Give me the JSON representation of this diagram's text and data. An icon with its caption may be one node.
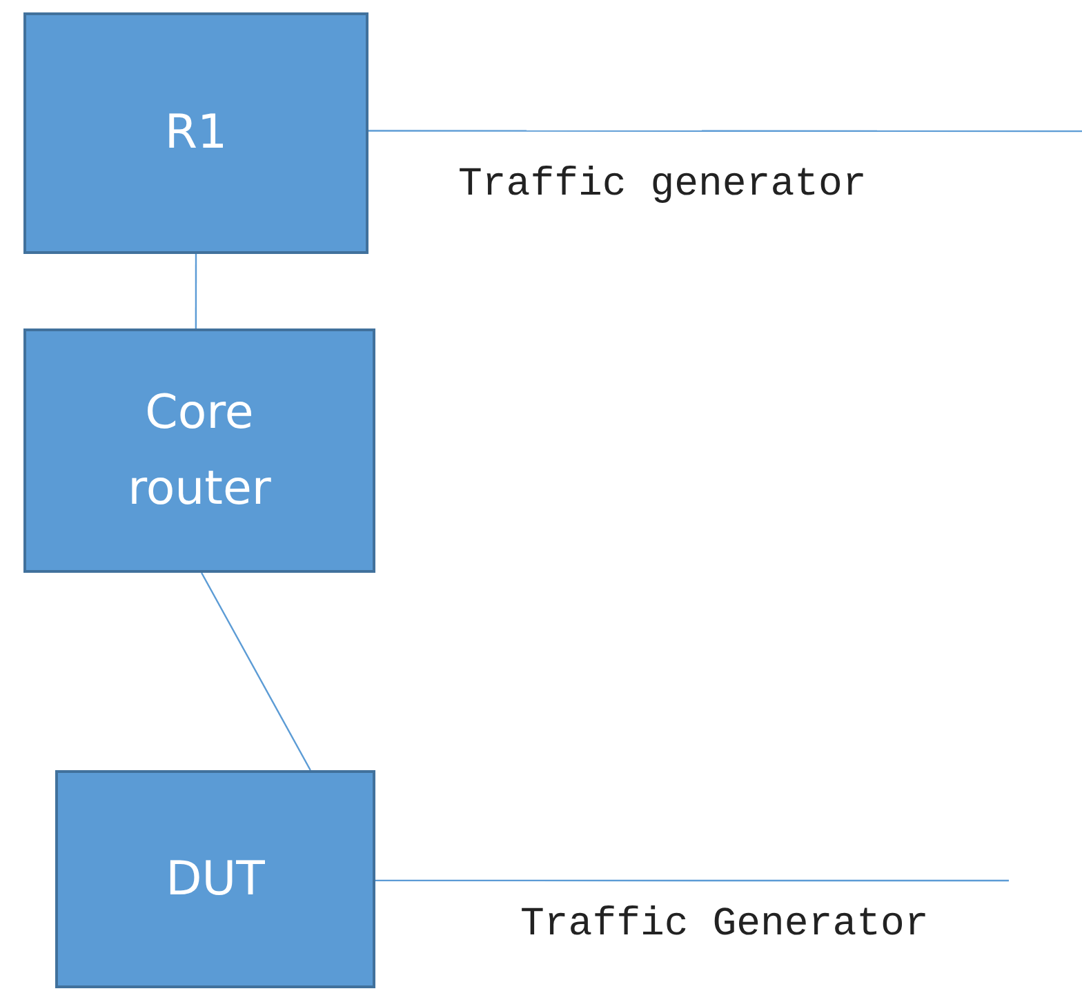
{
  "diagram": {
    "nodes": [
      {
        "text": [
          "R1"
        ]
      },
      {
        "text": [
          "Core router"
        ]
      },
      {
        "text": [
          "DUT"
        ]
      }
    ],
    "edges": [
      {
        "from": 0,
        "to": 1,
        "arrow": "none"
      },
      {
        "from": 1,
        "to": 2,
        "arrow": "none"
      },
      {
        "from": 0,
        "to": null,
        "arrow": "none",
        "label": "Traffic generator"
      },
      {
        "from": 2,
        "to": null,
        "arrow": "none",
        "label": "Traffic Generator"
      }
    ]
  }
}
